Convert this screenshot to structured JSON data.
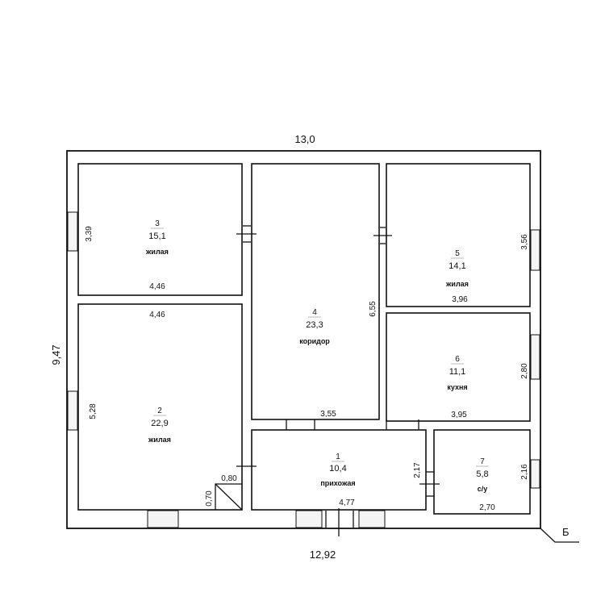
{
  "plan": {
    "overall_width_top": "13,0",
    "overall_width_bottom": "12,92",
    "overall_depth": "9,47",
    "axis_label": "Б"
  },
  "rooms": [
    {
      "number": "1",
      "area": "10,4",
      "name": "прихожая",
      "width": "4,77",
      "depth": "2,17"
    },
    {
      "number": "2",
      "area": "22,9",
      "name": "жилая",
      "width": "4,46",
      "depth": "5,28"
    },
    {
      "number": "3",
      "area": "15,1",
      "name": "жилая",
      "width": "4,46",
      "depth": "3,39"
    },
    {
      "number": "4",
      "area": "23,3",
      "name": "коридор",
      "width": "3,55",
      "depth": "6,55"
    },
    {
      "number": "5",
      "area": "14,1",
      "name": "жилая",
      "width": "3,96",
      "depth": "3,56"
    },
    {
      "number": "6",
      "area": "11,1",
      "name": "кухня",
      "width": "3,95",
      "depth": "2,80"
    },
    {
      "number": "7",
      "area": "5,8",
      "name": "с/у",
      "width": "2,70",
      "depth": "2,16"
    }
  ],
  "closet": {
    "width": "0,80",
    "depth": "0,70"
  }
}
